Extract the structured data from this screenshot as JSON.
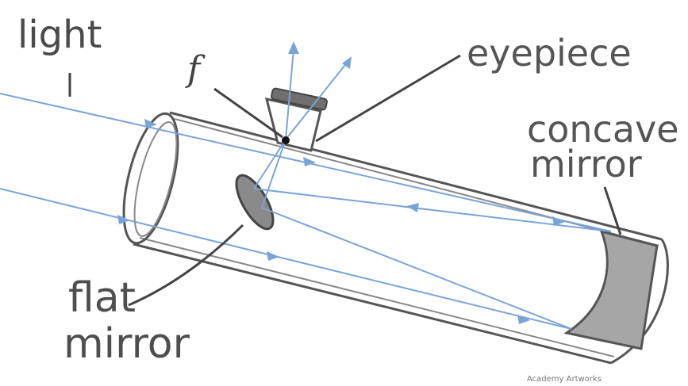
{
  "labels": {
    "light": "light",
    "focus": "f",
    "eyepiece": "eyepiece",
    "concave_line1": "concave",
    "concave_line2": "mirror",
    "flat_line1": "flat",
    "flat_line2": "mirror"
  },
  "credit": "Academy Artworks",
  "colors": {
    "light_ray": "#7aa4d8",
    "tube_outline": "#555555",
    "mirror_fill": "#a6a6a6",
    "text": "#555555",
    "focal_point": "#111111"
  }
}
